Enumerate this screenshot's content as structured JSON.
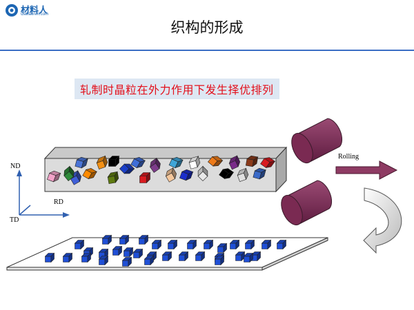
{
  "logo": {
    "name": "材料人",
    "sub": "Cailiaoren.com"
  },
  "title": "织构的形成",
  "subtitle": "轧制时晶粒在外力作用下发生择优排列",
  "labels": {
    "nd": "ND",
    "rd": "RD",
    "td": "TD",
    "rolling": "Rolling"
  },
  "colors": {
    "accent": "#3a6dc4",
    "subtitle_text": "#e30f1a",
    "subtitle_bg": "#dde7f3",
    "roller": "#7a2a52",
    "arrow": "#8e3b63",
    "grain_blue": "#1f4fd6"
  },
  "bar_grains": [
    "#4a74d6",
    "#f39015",
    "#000000",
    "#3f6ed8",
    "#7d3b8a",
    "#3fa5d8",
    "#ffffff",
    "#ee7a18",
    "#7a2a8a",
    "#8a3a1a",
    "#d81b20",
    "#3f5fd8",
    "#f2a2c8",
    "#2e8b3a",
    "#ff8a00",
    "#5e7a10",
    "#1b3fc8",
    "#d81b20",
    "#f5c79c",
    "#1b2ecc",
    "#e8e8e8",
    "#000000",
    "#e0e0e0",
    "#3a6ac8"
  ]
}
